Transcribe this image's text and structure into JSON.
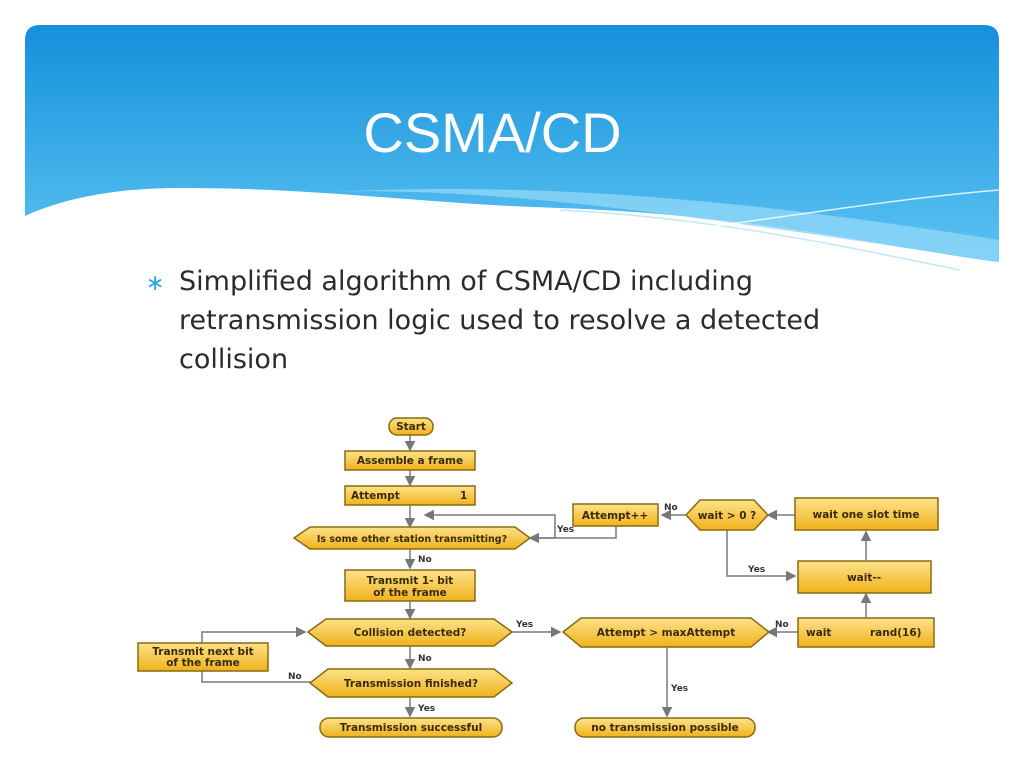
{
  "title": "CSMA/CD",
  "bullet": {
    "symbol": "∗",
    "text": "Simplified algorithm of CSMA/CD including retransmission logic used to resolve a detected collision"
  },
  "colors": {
    "banner_top": "#1593dd",
    "banner_bottom": "#56bff0",
    "box_fill": "#f6c233",
    "box_stroke": "#8a6a10",
    "bullet": "#2aa7e0"
  },
  "flowchart": {
    "nodes": {
      "start": "Start",
      "assemble": "Assemble a frame",
      "attempt": "Attempt",
      "attempt_val": "1",
      "other_station": "Is some other station transmitting?",
      "transmit_1": "Transmit 1- bit",
      "transmit_2": "of the frame",
      "collision": "Collision detected?",
      "finished": "Transmission finished?",
      "success": "Transmission successful",
      "next_bit_1": "Transmit next bit",
      "next_bit_2": "of the frame",
      "max_attempt": "Attempt > maxAttempt",
      "no_transmission": "no transmission possible",
      "attempt_inc": "Attempt++",
      "wait_gt0": "wait > 0 ?",
      "wait_slot": "wait one slot time",
      "wait_dec": "wait--",
      "wait_rand_label": "wait",
      "wait_rand_value": "rand(16)"
    },
    "edges": {
      "yes": "Yes",
      "no": "No"
    }
  }
}
